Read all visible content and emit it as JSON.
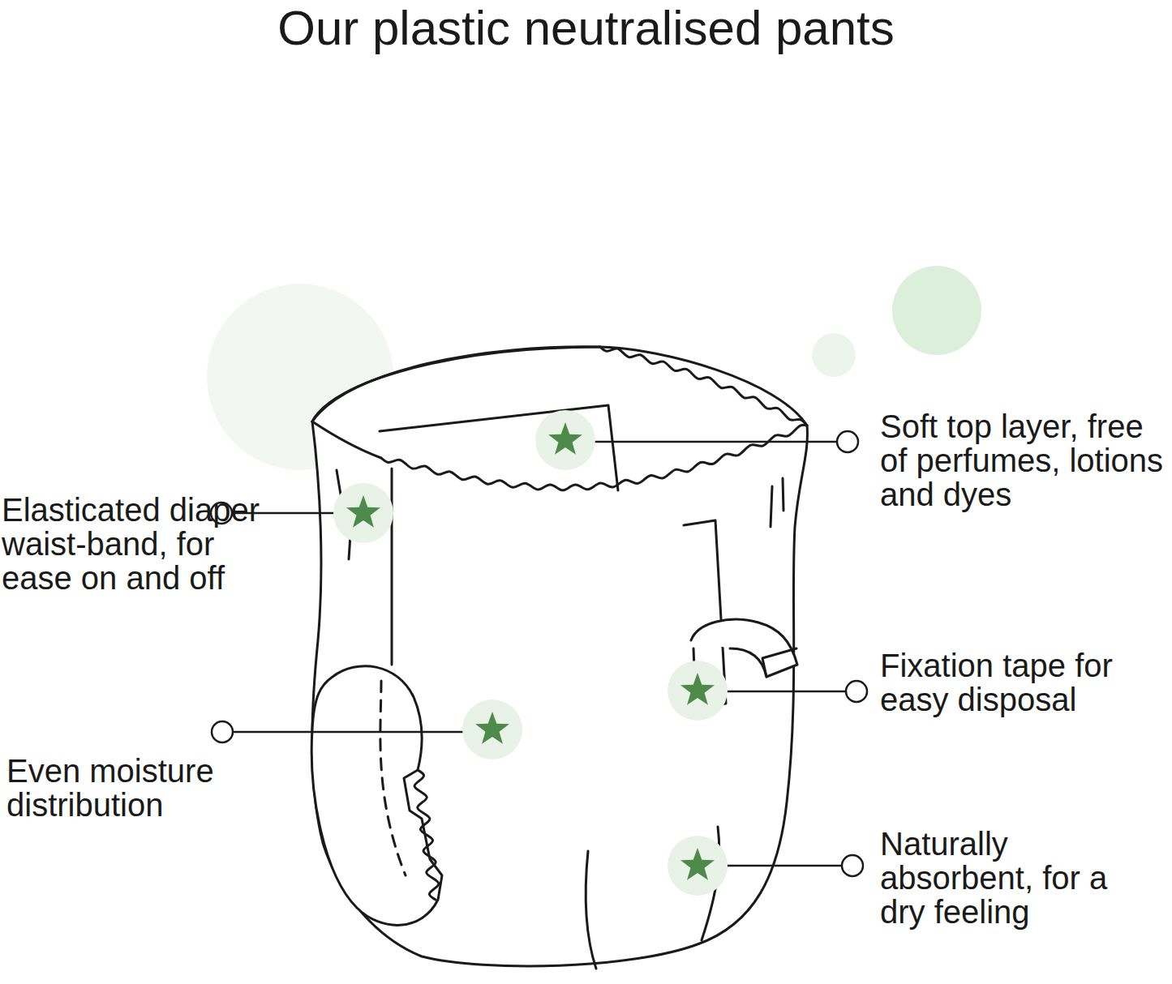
{
  "diagram": {
    "title": "Our plastic neutralised pants",
    "labels": [
      "Soft top layer, free of perfumes, lotions and dyes",
      "Elasticated diaper waist-band, for ease on and off",
      "Fixation tape for easy disposal",
      "Even moisture distribution",
      "Naturally absorbent, for a dry feeling"
    ]
  }
}
